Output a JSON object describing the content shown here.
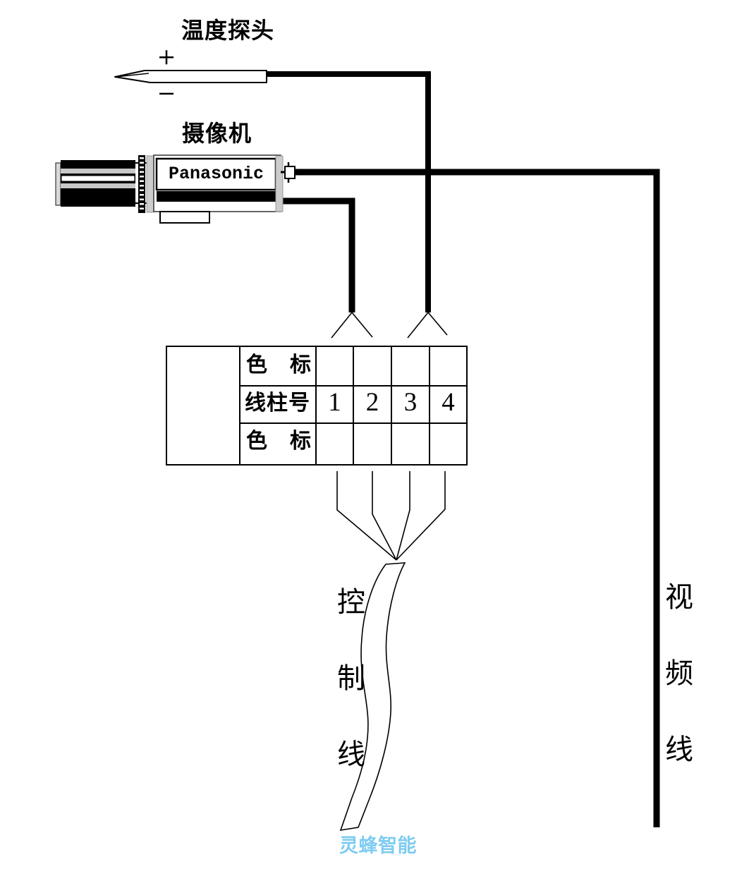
{
  "labels": {
    "probe_title": "温度探头",
    "plus": "+",
    "minus": "−",
    "camera_title": "摄像机",
    "camera_brand": "Panasonic",
    "control_line": "控制线",
    "video_line": "视频线",
    "watermark": "灵蜂智能"
  },
  "table": {
    "row1_label": "色　标",
    "row2_label": "线柱号",
    "row3_label": "色　标",
    "terminals": [
      "1",
      "2",
      "3",
      "4"
    ],
    "row1_values": [
      "",
      "",
      "",
      ""
    ],
    "row3_values": [
      "",
      "",
      "",
      ""
    ]
  },
  "colors": {
    "line": "#000000",
    "watermark": "#7fccf1",
    "lens_gray": "#c8c8c8"
  }
}
